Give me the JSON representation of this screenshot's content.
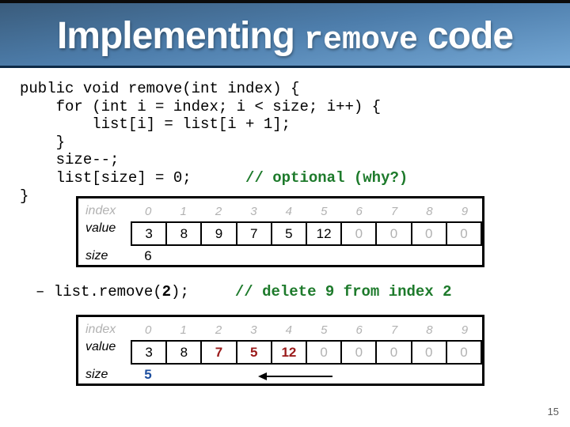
{
  "title": {
    "part1": "Implementing",
    "part2": "remove",
    "part3": "code"
  },
  "colors": {
    "comment_green": "#1d7a2b",
    "changed_red": "#9a1a1a",
    "size_blue": "#1d4e9e",
    "unused_gray": "#b2b2b2",
    "header_gradient_top": "#3a5c7c",
    "header_gradient_bottom": "#74a7d4"
  },
  "code": {
    "lines": [
      {
        "text": "public void remove(int index) {",
        "comment": ""
      },
      {
        "text": "    for (int i = index; i < size; i++) {",
        "comment": ""
      },
      {
        "text": "        list[i] = list[i + 1];",
        "comment": ""
      },
      {
        "text": "    }",
        "comment": ""
      },
      {
        "text": "    size--;",
        "comment": ""
      },
      {
        "text": "    list[size] = 0;      ",
        "comment": "// optional (why?)"
      },
      {
        "text": "}",
        "comment": ""
      }
    ]
  },
  "bullet": {
    "prefix": "– list.remove(",
    "arg": "2",
    "suffix": ");",
    "comment": "// delete 9 from index 2"
  },
  "tables": [
    {
      "index_label": "index",
      "value_label": "value",
      "size_label": "size",
      "indices": [
        "0",
        "1",
        "2",
        "3",
        "4",
        "5",
        "6",
        "7",
        "8",
        "9"
      ],
      "values": [
        "3",
        "8",
        "9",
        "7",
        "5",
        "12",
        "0",
        "0",
        "0",
        "0"
      ],
      "value_styles": [
        "normal",
        "normal",
        "normal",
        "normal",
        "normal",
        "normal",
        "unused",
        "unused",
        "unused",
        "unused"
      ],
      "size_value": "6",
      "size_style": "normal",
      "arrow": false
    },
    {
      "index_label": "index",
      "value_label": "value",
      "size_label": "size",
      "indices": [
        "0",
        "1",
        "2",
        "3",
        "4",
        "5",
        "6",
        "7",
        "8",
        "9"
      ],
      "values": [
        "3",
        "8",
        "7",
        "5",
        "12",
        "0",
        "0",
        "0",
        "0",
        "0"
      ],
      "value_styles": [
        "normal",
        "normal",
        "changed",
        "changed",
        "changed",
        "unused",
        "unused",
        "unused",
        "unused",
        "unused"
      ],
      "size_value": "5",
      "size_style": "highlight",
      "arrow": true
    }
  ],
  "page_number": "15"
}
